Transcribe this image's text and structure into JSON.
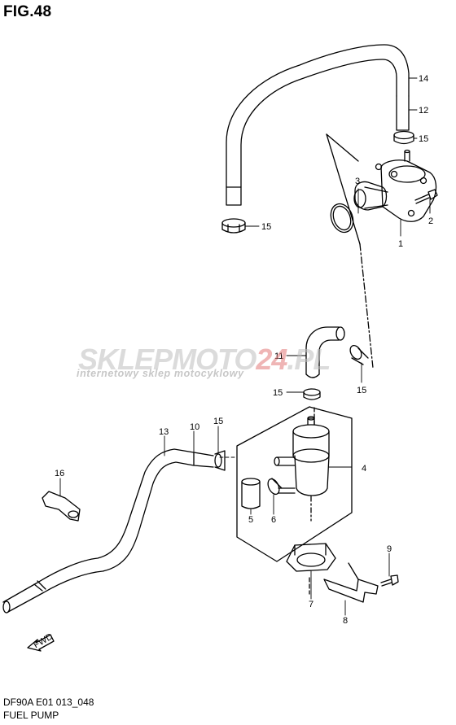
{
  "figure": {
    "title": "FIG.48"
  },
  "footer": {
    "model_code": "DF90A E01 013_048",
    "name": "FUEL PUMP"
  },
  "watermark": {
    "part1": "SKLEPMOTO",
    "part2": "24",
    "part3": ".PL",
    "tagline": "internetowy sklep motocyklowy"
  },
  "arrow_label": "FWD",
  "callouts": [
    "14",
    "12",
    "15",
    "3",
    "2",
    "1",
    "15",
    "11",
    "15",
    "15",
    "13",
    "10",
    "15",
    "4",
    "16",
    "5",
    "6",
    "9",
    "7",
    "8"
  ]
}
